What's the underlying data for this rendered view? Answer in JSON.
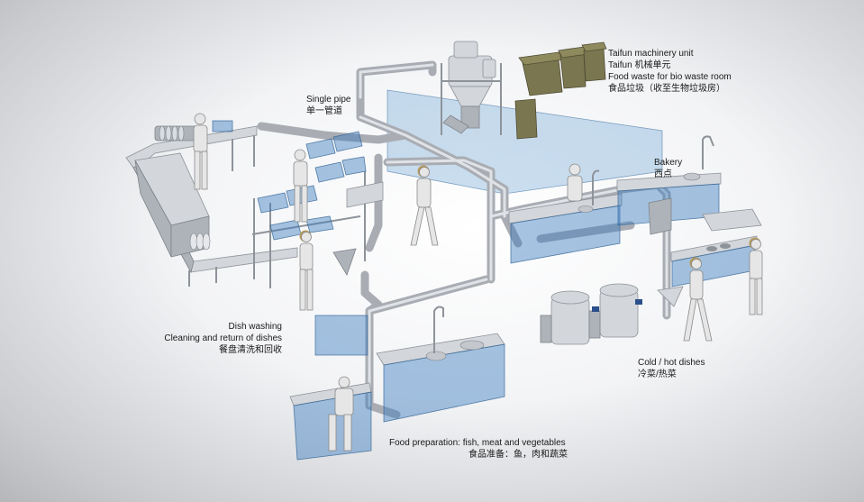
{
  "labels": {
    "taifun": {
      "en_unit": "Taifun machinery unit",
      "zh_unit": "Taifun 机械单元",
      "en_waste": "Food waste for bio waste room",
      "zh_waste": "食品垃圾（收至生物垃圾房）"
    },
    "single_pipe": {
      "en": "Single pipe",
      "zh": "单一管道"
    },
    "bakery": {
      "en": "Bakery",
      "zh": "西点"
    },
    "dish_washing": {
      "en_title": "Dish washing",
      "en_sub": "Cleaning and return of dishes",
      "zh": "餐盘清洗和回收"
    },
    "cold_hot": {
      "en": "Cold / hot dishes",
      "zh": "冷菜/热菜"
    },
    "food_prep": {
      "en": "Food preparation: fish, meat and vegetables",
      "zh": "食品准备：鱼，肉和蔬菜"
    }
  }
}
